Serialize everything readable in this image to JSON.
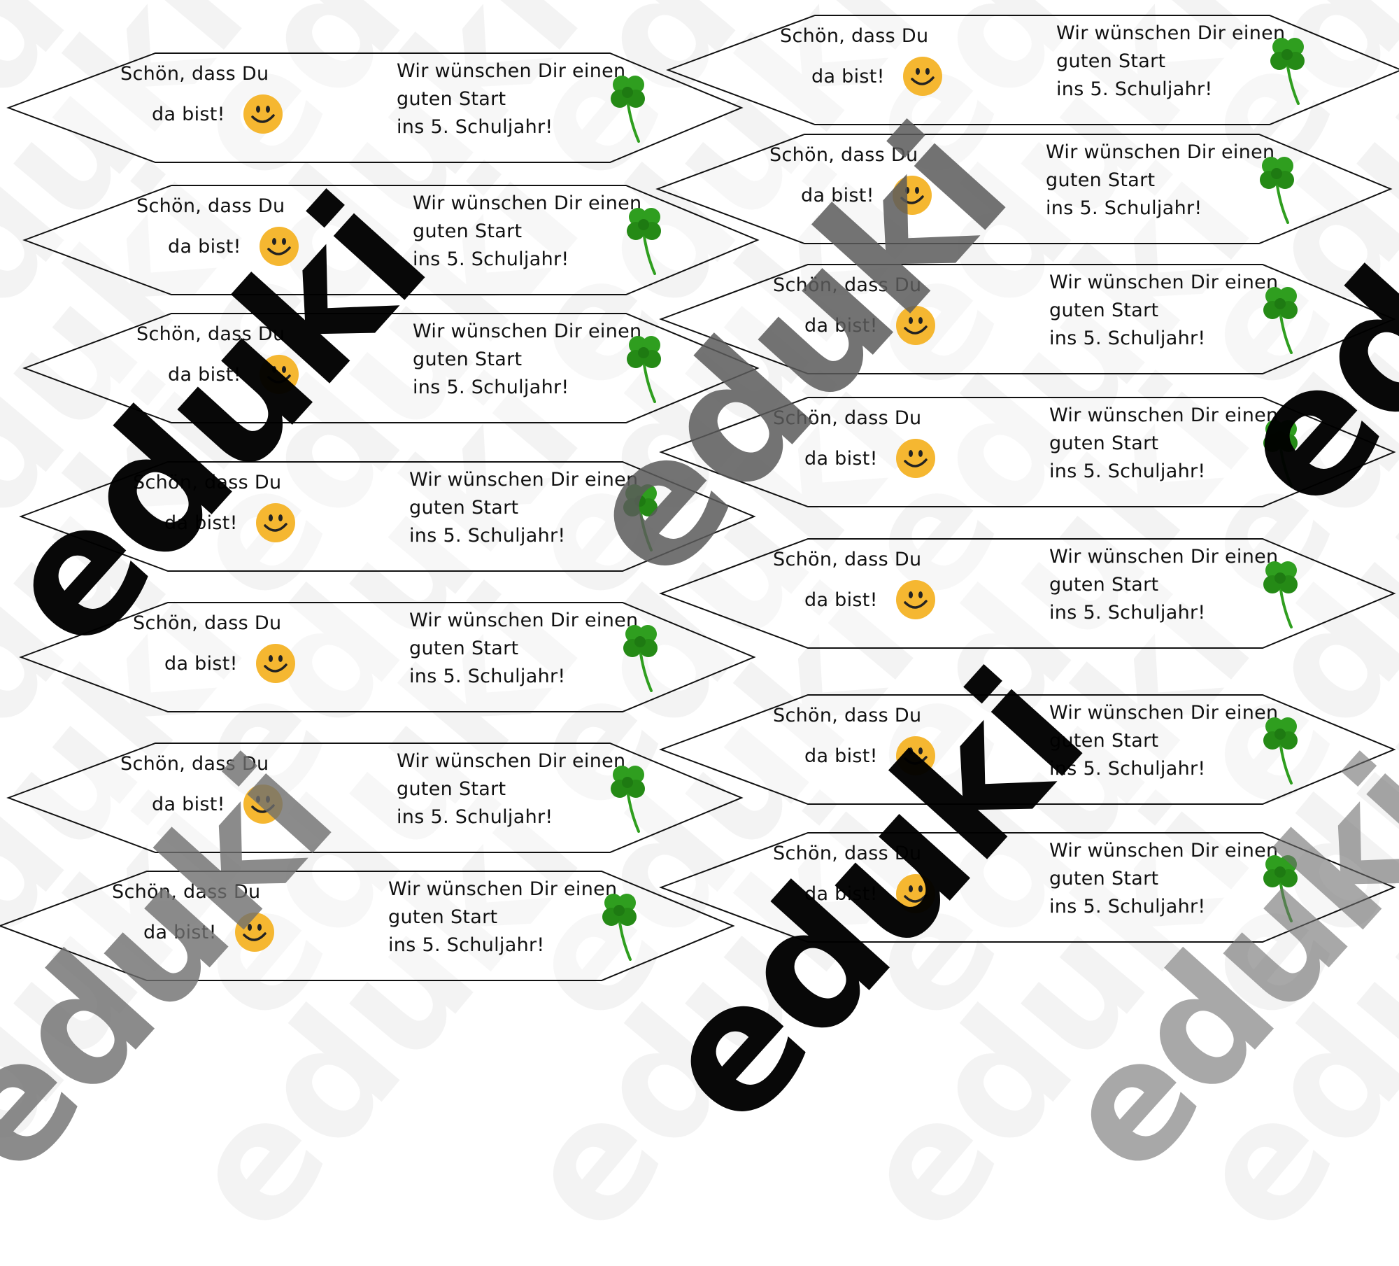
{
  "card": {
    "line_left_1": "Schön, dass Du",
    "line_left_2": "da bist!",
    "line_right_1": "Wir wünschen Dir einen",
    "line_right_2": "guten Start",
    "line_right_3": "ins 5. Schuljahr!",
    "smiley_icon": "smiley-face-icon",
    "clover_icon": "four-leaf-clover-icon"
  },
  "watermark": {
    "text": "eduki"
  },
  "colors": {
    "smiley": "#f5b731",
    "clover": "#2f9e1f",
    "outline": "#111111",
    "watermark_dark": "#000000",
    "watermark_gray": "#777777"
  }
}
